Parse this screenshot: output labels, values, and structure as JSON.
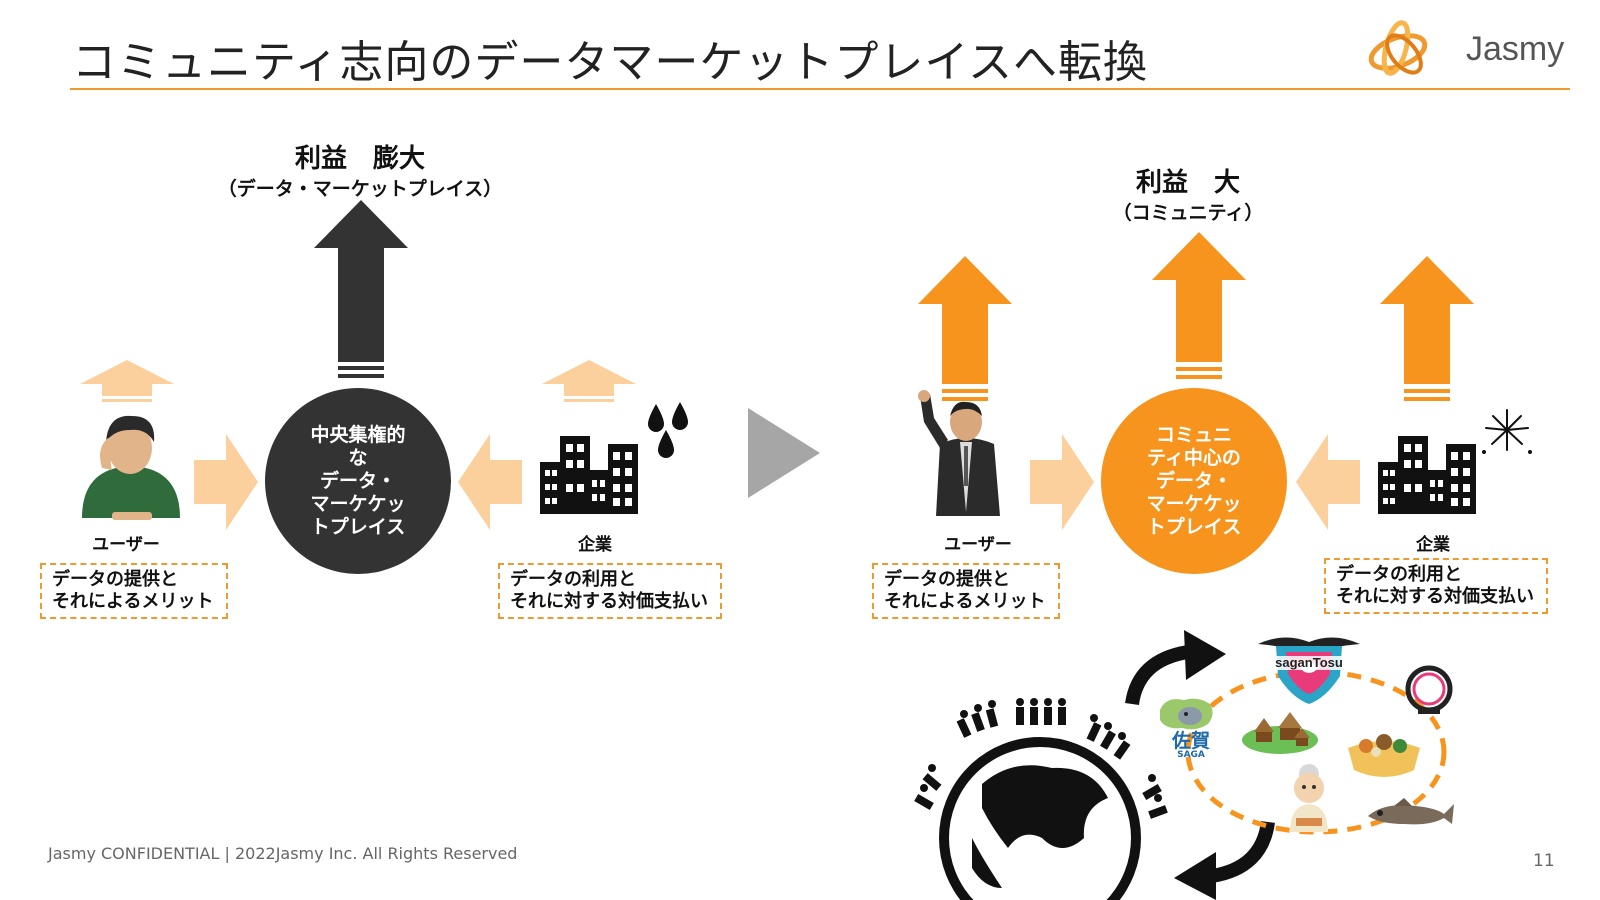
{
  "slide": {
    "title": "コミュニティ志向のデータマーケットプレイスへ転換",
    "logo": {
      "text": "Jasmy",
      "icon": "jasmy-logo-icon"
    },
    "footer": "Jasmy CONFIDENTIAL |  2022Jasmy Inc. All Rights Reserved",
    "page_number": "11"
  },
  "colors": {
    "accent": "#ef9a2f",
    "orange": "#f7941d",
    "light_orange": "#fcd09c",
    "dark": "#333333",
    "gray_arrow": "#a6a6a6"
  },
  "left": {
    "profit_title": "利益　膨大",
    "profit_sub": "（データ・マーケットプレイス）",
    "center_lines": "中央集権的\nな\nデータ・\nマーケケッ\nトプレイス",
    "user_label": "ユーザー",
    "user_box": [
      "データの提供と",
      "それによるメリット"
    ],
    "company_label": "企業",
    "company_box": [
      "データの利用と",
      "それに対する対価支払い"
    ]
  },
  "right": {
    "profit_title": "利益　大",
    "profit_sub": "（コミュニティ）",
    "center_lines": "コミュニ\nティ中心の\nデータ・\nマーケケッ\nトプレイス",
    "user_label": "ユーザー",
    "user_box": [
      "データの提供と",
      "それによるメリット"
    ],
    "company_label": "企業",
    "company_box": [
      "データの利用と",
      "それに対する対価支払い"
    ]
  },
  "community": {
    "saga_label": "佐賀",
    "saga_sub": "SAGA",
    "team_label": "saganTosu"
  },
  "icons": [
    "stressed-user-icon",
    "building-icon",
    "water-drops-icon",
    "happy-user-icon",
    "fireworks-icon",
    "globe-icon",
    "people-icon",
    "team-crest-icon",
    "village-icon",
    "food-bowl-icon",
    "fish-icon",
    "grandmother-icon",
    "saga-map-icon",
    "curved-arrow-icon"
  ]
}
